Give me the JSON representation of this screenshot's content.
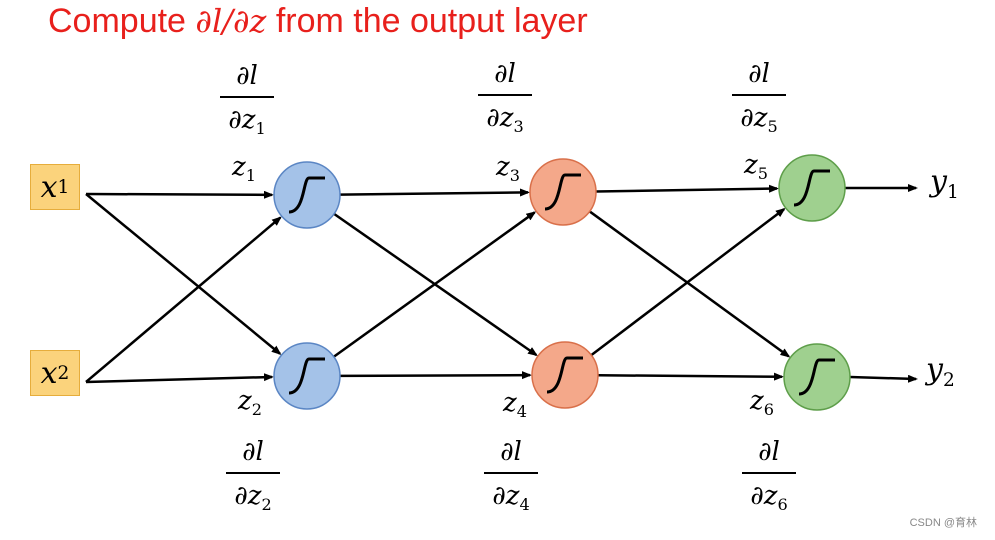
{
  "title": {
    "prefix": "Compute ",
    "math": "∂l/∂z",
    "suffix": " from the output layer"
  },
  "inputs": [
    {
      "var": "x",
      "sub": "1"
    },
    {
      "var": "x",
      "sub": "2"
    }
  ],
  "outputs": [
    {
      "var": "y",
      "sub": "1"
    },
    {
      "var": "y",
      "sub": "2"
    }
  ],
  "neurons": [
    {
      "var": "z",
      "sub": "1",
      "layer": 1,
      "color": "#a4c2e8",
      "stroke": "#5b86c4"
    },
    {
      "var": "z",
      "sub": "2",
      "layer": 1,
      "color": "#a4c2e8",
      "stroke": "#5b86c4"
    },
    {
      "var": "z",
      "sub": "3",
      "layer": 2,
      "color": "#f4a88a",
      "stroke": "#d9704a"
    },
    {
      "var": "z",
      "sub": "4",
      "layer": 2,
      "color": "#f4a88a",
      "stroke": "#d9704a"
    },
    {
      "var": "z",
      "sub": "5",
      "layer": 3,
      "color": "#9fd08f",
      "stroke": "#5e9e4a"
    },
    {
      "var": "z",
      "sub": "6",
      "layer": 3,
      "color": "#9fd08f",
      "stroke": "#5e9e4a"
    }
  ],
  "gradients": [
    {
      "num": "∂l",
      "den": "∂z",
      "sub": "1"
    },
    {
      "num": "∂l",
      "den": "∂z",
      "sub": "2"
    },
    {
      "num": "∂l",
      "den": "∂z",
      "sub": "3"
    },
    {
      "num": "∂l",
      "den": "∂z",
      "sub": "4"
    },
    {
      "num": "∂l",
      "den": "∂z",
      "sub": "5"
    },
    {
      "num": "∂l",
      "den": "∂z",
      "sub": "6"
    }
  ],
  "activation_icon": "sigmoid-icon",
  "watermark": "CSDN @育林"
}
